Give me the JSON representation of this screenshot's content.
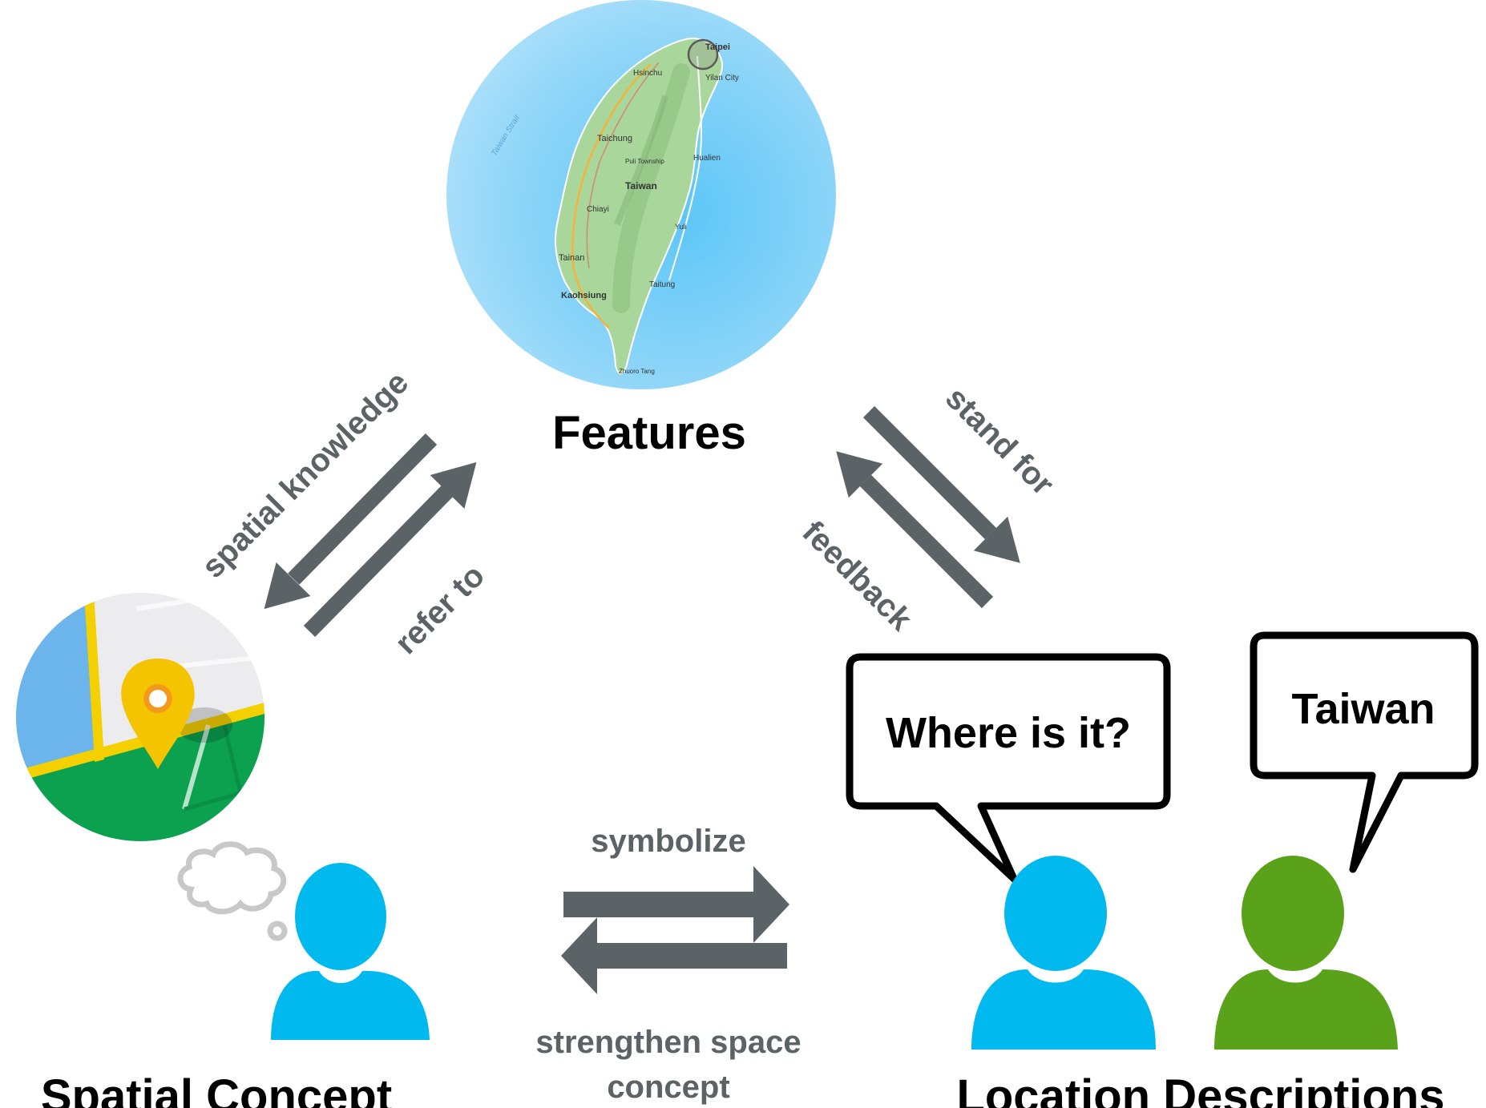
{
  "nodes": {
    "features": {
      "title": "Features"
    },
    "spatial_concept": {
      "title": "Spatial Concept"
    },
    "location_descriptions": {
      "title": "Location Descriptions"
    }
  },
  "edges": {
    "spatial_knowledge": "spatial knowledge",
    "refer_to": "refer to",
    "stand_for": "stand for",
    "feedback": "feedback",
    "symbolize": "symbolize",
    "strengthen_line1": "strengthen space",
    "strengthen_line2": "concept"
  },
  "bubbles": {
    "question": "Where is it?",
    "answer": "Taiwan"
  },
  "map_labels": {
    "taipei": "Taipei",
    "hsinchu": "Hsinchu",
    "yilan": "Yilan City",
    "taichung": "Taichung",
    "puli": "Puli Township",
    "taiwan": "Taiwan",
    "hualien": "Hualien",
    "chiayi": "Chiayi",
    "yuli": "Yuli",
    "tainan": "Tainan",
    "taitung": "Taitung",
    "kaohsiung": "Kaohsiung",
    "zhuoro": "Zhuoro Tang",
    "strait": "Taiwan Strait"
  },
  "colors": {
    "arrow": "#5c6366",
    "person_blue": "#00b9ee",
    "person_green": "#5aa21a",
    "water": "#7fd0f7",
    "land": "#a9d69b",
    "pin": "#f5c400",
    "map_green": "#0ba14f",
    "map_blue": "#6bb4ec",
    "road_yellow": "#f5d000"
  },
  "icons": {
    "features": "taiwan-map-globe-icon",
    "spatial_concept": "map-pin-icon",
    "thought": "thought-cloud-icon",
    "person": "person-icon"
  }
}
